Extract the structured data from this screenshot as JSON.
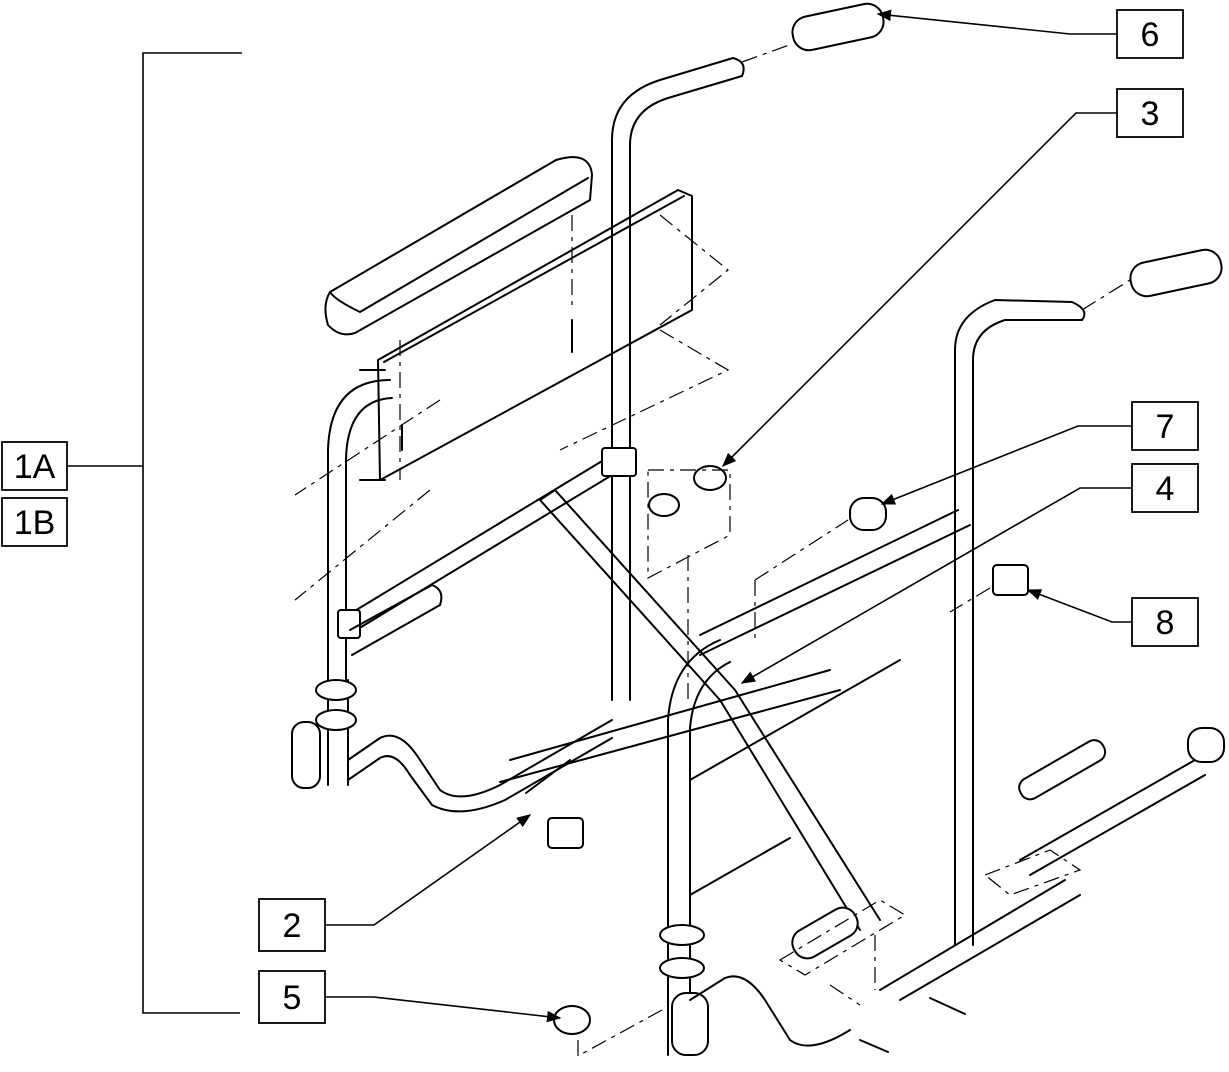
{
  "diagram": {
    "callouts": [
      {
        "id": "c6",
        "label": "6"
      },
      {
        "id": "c3",
        "label": "3"
      },
      {
        "id": "c7",
        "label": "7"
      },
      {
        "id": "c4",
        "label": "4"
      },
      {
        "id": "c8",
        "label": "8"
      },
      {
        "id": "c2",
        "label": "2"
      },
      {
        "id": "c5",
        "label": "5"
      },
      {
        "id": "c1a",
        "label": "1A"
      },
      {
        "id": "c1b",
        "label": "1B"
      }
    ]
  }
}
